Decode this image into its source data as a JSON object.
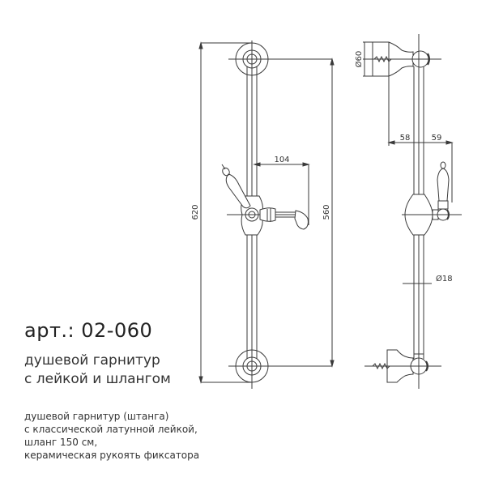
{
  "product": {
    "article": "арт.: 02-060",
    "title_lines": [
      "душевой гарнитур",
      "с лейкой и шлангом"
    ],
    "description_lines": [
      "душевой гарнитур (штанга)",
      "с классической латунной лейкой,",
      "шланг 150 см,",
      "керамическая рукоять фиксатора"
    ]
  },
  "dimensions": {
    "overall_height": "620",
    "mount_spacing": "560",
    "handle_offset": "104",
    "flange_diameter": "Ø60",
    "wall_to_rod": "58",
    "rod_to_handle": "59",
    "rod_diameter": "Ø18"
  },
  "colors": {
    "line": "#3a3a3a",
    "text": "#333333",
    "background": "#ffffff"
  }
}
